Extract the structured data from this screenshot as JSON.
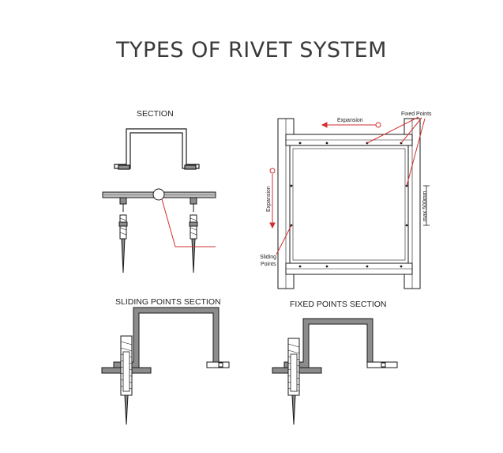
{
  "title": "TYPES OF RIVET SYSTEM",
  "labels": {
    "section": "SECTION",
    "sliding_points_section": "SLIDING POINTS SECTION",
    "fixed_points_section": "FIXED POINTS SECTION",
    "expansion_horizontal": "Expansion",
    "expansion_vertical": "Expansion",
    "fixed_points": "Fixed Points",
    "sliding_points_line1": "Sliding",
    "sliding_points_line2": "Points",
    "max_dimension": "max 500mm"
  },
  "colors": {
    "line": "#1a1a1a",
    "fill_gray": "#8c8c8c",
    "light_gray": "#bdbdbd",
    "red": "#d32f2f",
    "title": "#3a3a3a"
  }
}
